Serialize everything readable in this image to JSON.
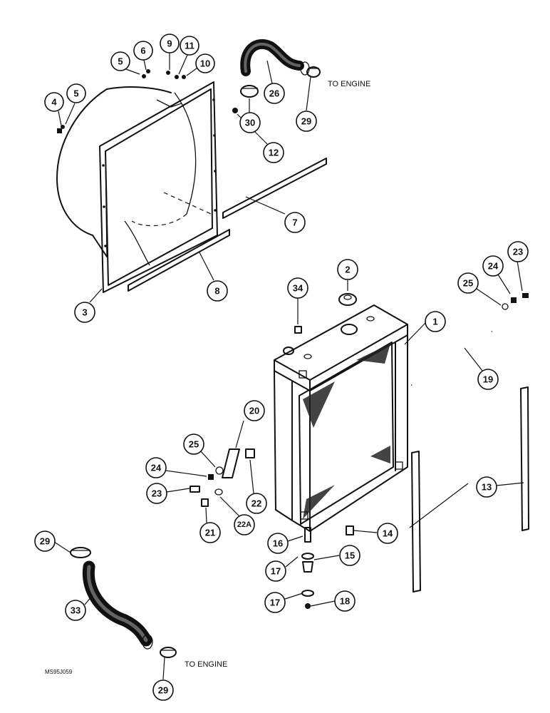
{
  "to_engine_upper": "TO ENGINE",
  "to_engine_lower": "TO ENGINE",
  "drawing_code": "MS95J059",
  "callouts": {
    "c1": "1",
    "c2": "2",
    "c3": "3",
    "c4": "4",
    "c5a": "5",
    "c5b": "5",
    "c6": "6",
    "c7": "7",
    "c8": "8",
    "c9": "9",
    "c10": "10",
    "c11": "11",
    "c12": "12",
    "c13": "13",
    "c14": "14",
    "c15": "15",
    "c16": "16",
    "c17a": "17",
    "c17b": "17",
    "c18": "18",
    "c19": "19",
    "c20": "20",
    "c21": "21",
    "c22": "22",
    "c22a": "22A",
    "c23a": "23",
    "c23b": "23",
    "c24a": "24",
    "c24b": "24",
    "c25a": "25",
    "c25b": "25",
    "c26": "26",
    "c29a": "29",
    "c29b": "29",
    "c29c": "29",
    "c30": "30",
    "c33": "33",
    "c34": "34"
  }
}
